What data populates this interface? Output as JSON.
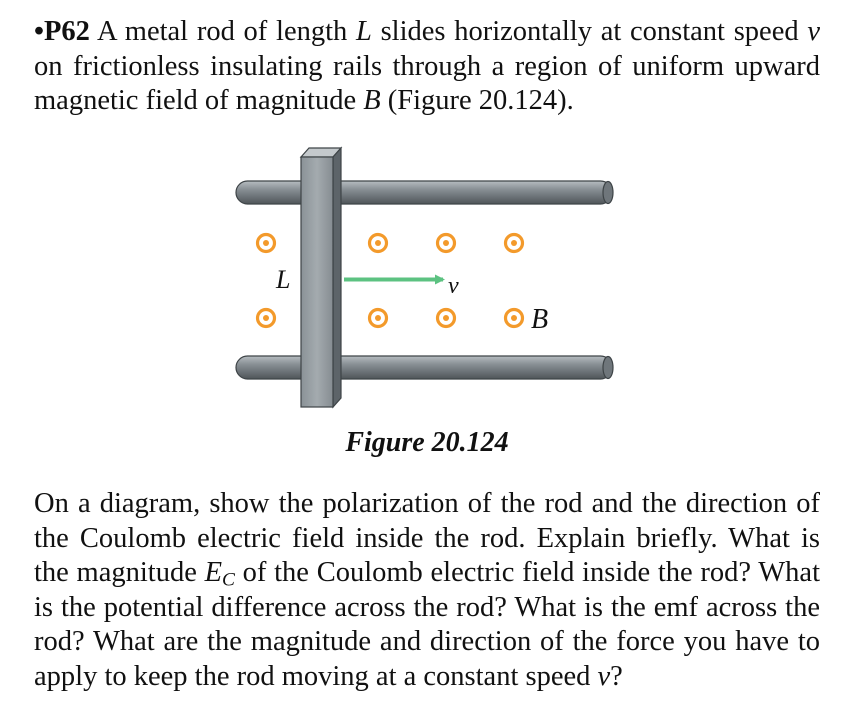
{
  "problem": {
    "id": "•P62",
    "text_1": " A metal rod of length ",
    "var_L": "L",
    "text_2": " slides horizontally at constant speed ",
    "var_v": "v",
    "text_3": " on frictionless insulating rails through a region of uniform upward magnetic field of magnitude ",
    "var_B": "B",
    "text_4": " (Figure 20.124)."
  },
  "figure": {
    "label_L": "L",
    "label_v": "v",
    "label_B": "B",
    "caption": "Figure 20.124",
    "colors": {
      "field_symbol": "#f39a2b",
      "velocity_arrow": "#5cc281",
      "rod": "#8e969b",
      "rail": "#7c8388"
    }
  },
  "question": {
    "text_1": "On a diagram, show the polarization of the rod and the direction of the Coulomb electric field inside the rod. Explain briefly. What is the magnitude ",
    "var_E": "E",
    "sub_C": "C",
    "text_2": " of the Coulomb electric field inside the rod? What is the potential difference across the rod? What is the emf across the rod? What are the magnitude and direction of the force you have to apply to keep the rod moving at a constant speed ",
    "var_v": "v",
    "text_3": "?"
  }
}
